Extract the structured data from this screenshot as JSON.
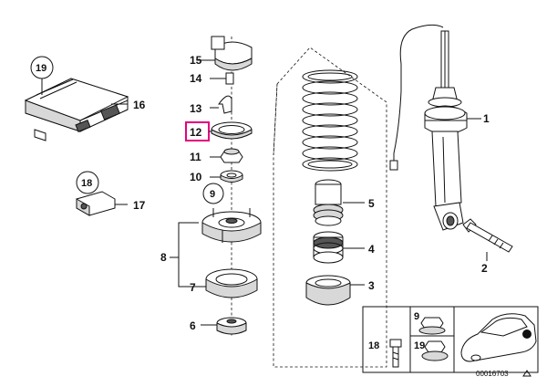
{
  "callouts": {
    "c1": "1",
    "c2": "2",
    "c3": "3",
    "c4": "4",
    "c5": "5",
    "c6": "6",
    "c7": "7",
    "c8": "8",
    "c9": "9",
    "c10": "10",
    "c11": "11",
    "c12": "12",
    "c13": "13",
    "c14": "14",
    "c15": "15",
    "c16": "16",
    "c17": "17",
    "c18": "18",
    "c19": "19"
  },
  "inset": {
    "label_9": "9",
    "label_18": "18",
    "label_19": "19"
  },
  "diagram_number": "00016703",
  "colors": {
    "highlight": "#e4007f",
    "line": "#111111",
    "background": "#ffffff"
  }
}
